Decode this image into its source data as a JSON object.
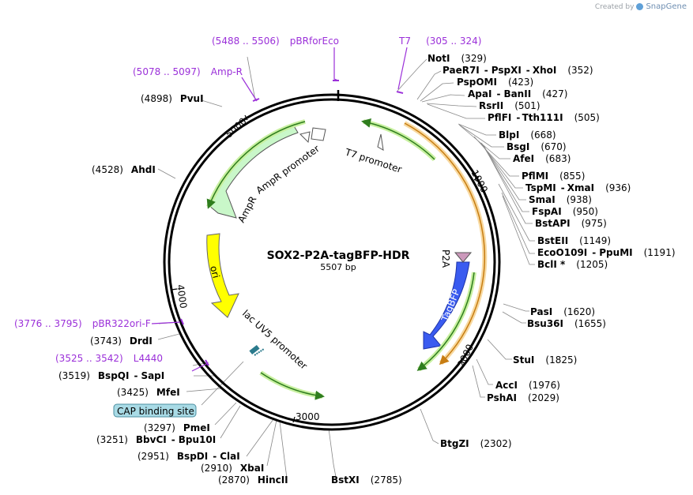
{
  "credit": {
    "prefix": "Created by",
    "brand": "SnapGene"
  },
  "plasmid": {
    "name": "SOX2-P2A-tagBFP-HDR",
    "length_label": "5507 bp"
  },
  "ticks": [
    "1000",
    "2000",
    "3000",
    "4000",
    "5000"
  ],
  "features": {
    "ampr": "AmpR",
    "ampr_promoter": "AmpR promoter",
    "t7_promoter": "T7 promoter",
    "ori": "ori",
    "lac_promoter": "lac UV5 promoter",
    "p2a": "P2A",
    "tagbfp": "TagBFP",
    "cap": "CAP binding site"
  },
  "primers": [
    {
      "range": "(5488 .. 5506)",
      "name": "pBRforEco"
    },
    {
      "range": "(305 .. 324)",
      "name": "T7"
    },
    {
      "range": "(5078 .. 5097)",
      "name": "Amp-R"
    },
    {
      "range": "(3776 .. 3795)",
      "name": "pBR322ori-F"
    },
    {
      "range": "(3525 .. 3542)",
      "name": "L4440"
    }
  ],
  "sites_right": [
    {
      "name": "NotI",
      "pos": "(329)"
    },
    {
      "name": "PaeR7I",
      "sep": "-",
      "name2": "PspXI",
      "sep2": "-",
      "name3": "XhoI",
      "pos": "(352)"
    },
    {
      "name": "PspOMI",
      "pos": "(423)"
    },
    {
      "name": "ApaI",
      "sep": "-",
      "name2": "BanII",
      "pos": "(427)"
    },
    {
      "name": "RsrII",
      "pos": "(501)"
    },
    {
      "name": "PflFI",
      "sep": "-",
      "name2": "Tth111I",
      "pos": "(505)"
    },
    {
      "name": "BlpI",
      "pos": "(668)"
    },
    {
      "name": "BsgI",
      "pos": "(670)"
    },
    {
      "name": "AfeI",
      "pos": "(683)"
    },
    {
      "name": "PflMI",
      "pos": "(855)"
    },
    {
      "name": "TspMI",
      "sep": "-",
      "name2": "XmaI",
      "pos": "(936)"
    },
    {
      "name": "SmaI",
      "pos": "(938)"
    },
    {
      "name": "FspAI",
      "pos": "(950)"
    },
    {
      "name": "BstAPI",
      "pos": "(975)"
    },
    {
      "name": "BstEII",
      "pos": "(1149)"
    },
    {
      "name": "EcoO109I",
      "sep": "-",
      "name2": "PpuMI",
      "pos": "(1191)"
    },
    {
      "name": "BclI *",
      "pos": "(1205)"
    },
    {
      "name": "PasI",
      "pos": "(1620)"
    },
    {
      "name": "Bsu36I",
      "pos": "(1655)"
    },
    {
      "name": "StuI",
      "pos": "(1825)"
    },
    {
      "name": "AccI",
      "pos": "(1976)"
    },
    {
      "name": "PshAI",
      "pos": "(2029)"
    },
    {
      "name": "BtgZI",
      "pos": "(2302)"
    },
    {
      "name": "BstXI",
      "pos": "(2785)"
    }
  ],
  "sites_left": [
    {
      "pos": "(4898)",
      "name": "PvuI"
    },
    {
      "pos": "(4528)",
      "name": "AhdI"
    },
    {
      "pos": "(3743)",
      "name": "DrdI"
    },
    {
      "pos": "(3519)",
      "name": "BspQI",
      "sep": "-",
      "name2": "SapI"
    },
    {
      "pos": "(3425)",
      "name": "MfeI"
    },
    {
      "pos": "(3297)",
      "name": "PmeI"
    },
    {
      "pos": "(3251)",
      "name": "BbvCI",
      "sep": "-",
      "name2": "Bpu10I"
    },
    {
      "pos": "(2951)",
      "name": "BspDI",
      "sep": "-",
      "name2": "ClaI"
    },
    {
      "pos": "(2910)",
      "name": "XbaI"
    },
    {
      "pos": "(2870)",
      "name": "HincII"
    }
  ]
}
